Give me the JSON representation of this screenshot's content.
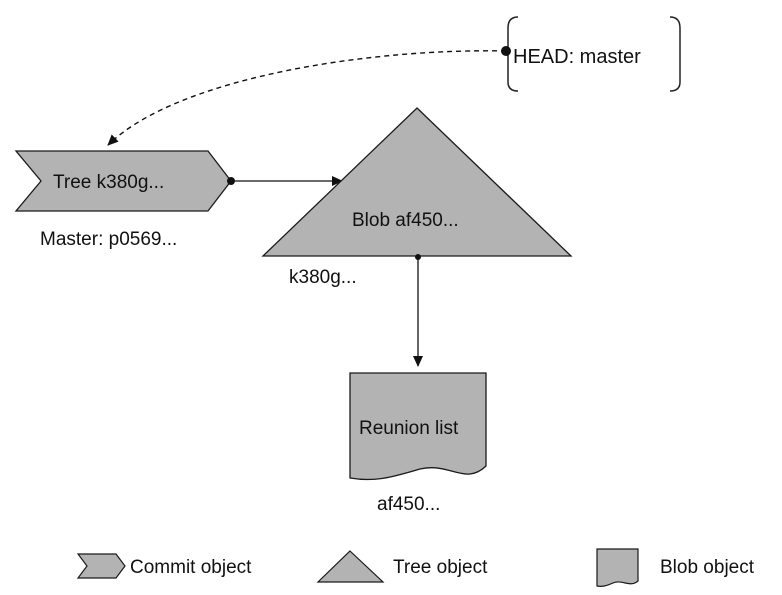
{
  "head": {
    "label": "HEAD: master"
  },
  "commit": {
    "label": "Tree k380g...",
    "caption": "Master: p0569..."
  },
  "tree": {
    "label": "Blob af450...",
    "caption": "k380g..."
  },
  "blob": {
    "label": "Reunion list",
    "caption": "af450..."
  },
  "legend": {
    "commit_label": "Commit object",
    "tree_label": "Tree object",
    "blob_label": "Blob object"
  },
  "colors": {
    "shape_fill": "#b3b3b3",
    "stroke": "#1a1a1a"
  }
}
